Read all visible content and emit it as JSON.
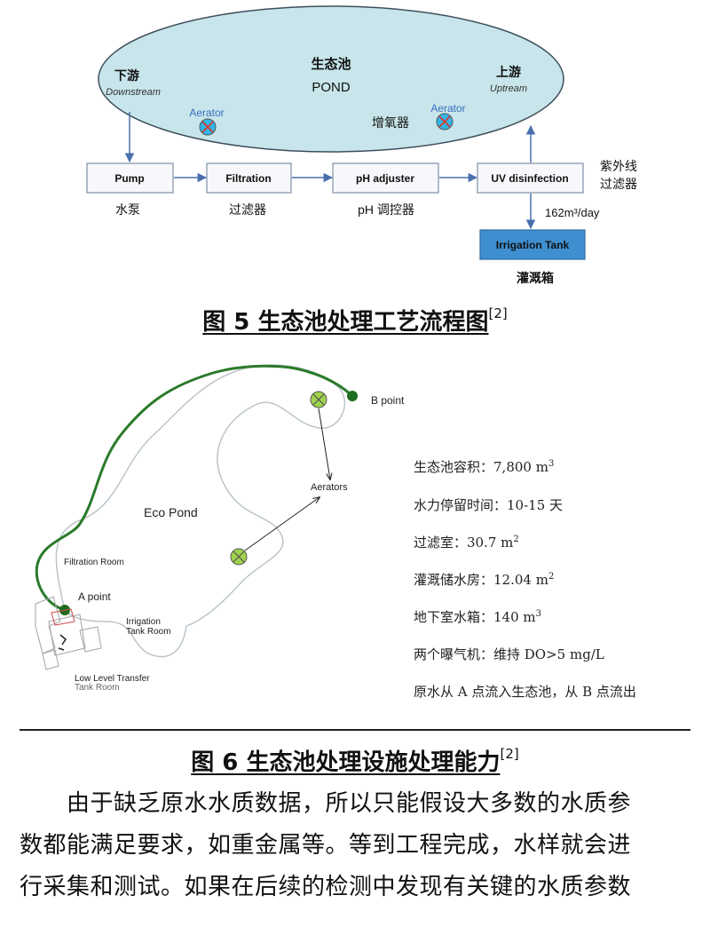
{
  "figure5": {
    "pond": {
      "title_cn": "生态池",
      "title_en": "POND",
      "downstream_cn": "下游",
      "downstream_en": "Downstream",
      "upstream_cn": "上游",
      "upstream_en": "Uptream",
      "aerator_label_1": "Aerator",
      "aerator_label_2": "Aerator",
      "aerator_cn": "增氧器"
    },
    "steps": [
      {
        "en": "Pump",
        "cn": "水泵"
      },
      {
        "en": "Filtration",
        "cn": "过滤器"
      },
      {
        "en": "pH adjuster",
        "cn": "pH 调控器"
      },
      {
        "en": "UV disinfection",
        "cn_line1": "紫外线",
        "cn_line2": "过滤器"
      }
    ],
    "flow_label": "162m³/day",
    "tank_en": "Irrigation Tank",
    "tank_cn": "灌溉箱",
    "caption_prefix": "图 5",
    "caption_text": "生态池处理工艺流程图",
    "caption_ref": "[2]"
  },
  "figure6": {
    "map": {
      "b_point": "B point",
      "a_point": "A point",
      "eco_pond": "Eco Pond",
      "aerators": "Aerators",
      "filtration_room": "Filtration Room",
      "irrigation_room_line1": "Irrigation",
      "irrigation_room_line2": "Tank Room",
      "low_level_line1": "Low Level Transfer",
      "low_level_line2": "Tank Room"
    },
    "specs": [
      {
        "label": "生态池容积：",
        "value": "7,800 m",
        "sup": "3"
      },
      {
        "label": "水力停留时间：",
        "value": "10-15 天",
        "sup": ""
      },
      {
        "label": "过滤室：",
        "value": "30.7 m",
        "sup": "2"
      },
      {
        "label": "灌溉储水房：",
        "value": "12.04 m",
        "sup": "2"
      },
      {
        "label": "地下室水箱：",
        "value": "140 m",
        "sup": "3"
      },
      {
        "label": "两个曝气机：",
        "value": "维持 DO>5 mg/L",
        "sup": ""
      },
      {
        "label": "",
        "value": "原水从 A 点流入生态池，从 B 点流出",
        "sup": ""
      }
    ],
    "caption_prefix": "图 6",
    "caption_text": "生态池处理设施处理能力",
    "caption_ref": "[2]"
  },
  "body_lines": [
    "　　由于缺乏原水水质数据，所以只能假设大多数的水质参",
    "数都能满足要求，如重金属等。等到工程完成，水样就会进",
    "行采集和测试。如果在后续的检测中发现有关键的水质参数"
  ]
}
